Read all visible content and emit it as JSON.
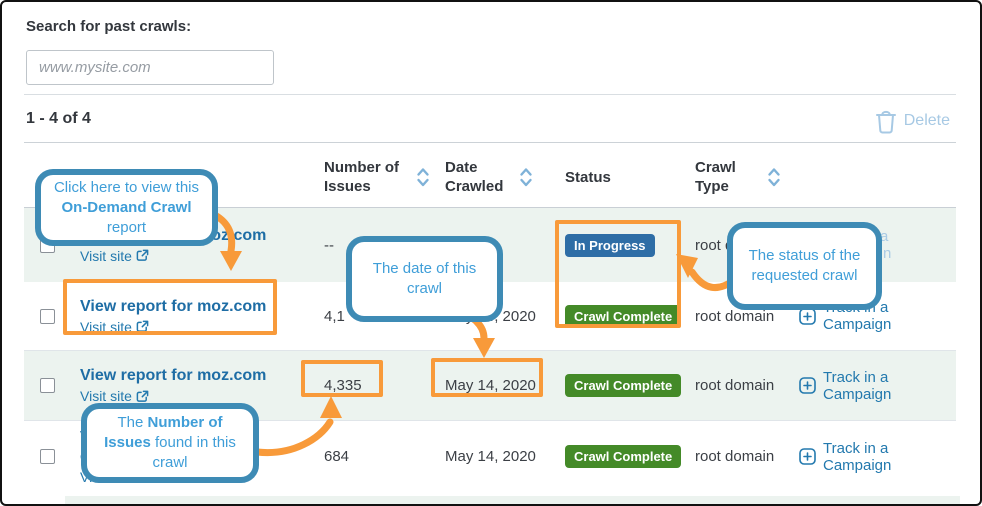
{
  "colors": {
    "accent_orange": "#f89a3a",
    "callout_border_blue": "#3e8bb5",
    "callout_text_blue": "#3f9ed8",
    "badge_in_progress_blue": "#2e6da6",
    "badge_complete_green": "#448a28",
    "link_blue": "#1e6da5",
    "disabled_link_blue": "#abcbe5",
    "row_highlight_green": "#ecf3ef"
  },
  "search": {
    "label": "Search for past crawls:",
    "placeholder": "www.mysite.com"
  },
  "toolbar": {
    "count": "1 - 4 of 4",
    "delete_label": "Delete"
  },
  "table": {
    "headers": {
      "issues": "Number of Issues",
      "date": "Date Crawled",
      "status": "Status",
      "type": "Crawl Type"
    },
    "rows": [
      {
        "view_report": "View report for moz.com",
        "visit": "Visit site",
        "issues": "--",
        "date": "",
        "status": "In Progress",
        "status_variant": "progress",
        "type": "root domain",
        "campaign": "Track in a Campaign",
        "campaign_enabled": false
      },
      {
        "view_report": "View report for moz.com",
        "visit": "Visit site",
        "issues": "4,1",
        "date": "May 14, 2020",
        "status": "Crawl Complete",
        "status_variant": "complete",
        "type": "root domain",
        "campaign": "Track in a Campaign",
        "campaign_enabled": true
      },
      {
        "view_report": "View report for moz.com",
        "visit": "Visit site",
        "issues": "4,335",
        "date": "May 14, 2020",
        "status": "Crawl Complete",
        "status_variant": "complete",
        "type": "root domain",
        "campaign": "Track in a Campaign",
        "campaign_enabled": true
      },
      {
        "view_report": "View report for",
        "view_report_line2": "e…",
        "visit": "Visit site",
        "issues": "684",
        "date": "May 14, 2020",
        "status": "Crawl Complete",
        "status_variant": "complete",
        "type": "root domain",
        "campaign": "Track in a Campaign",
        "campaign_enabled": true
      }
    ]
  },
  "callouts": {
    "view_report": {
      "segments": [
        {
          "t": "Click here to view this ",
          "b": false
        },
        {
          "t": "On-Demand Crawl",
          "b": true
        },
        {
          "t": " report",
          "b": false
        }
      ]
    },
    "date": {
      "text": "The date of this crawl"
    },
    "status": {
      "text": "The status of the requested crawl"
    },
    "issues": {
      "segments": [
        {
          "t": "The ",
          "b": false
        },
        {
          "t": "Number of Issues",
          "b": true
        },
        {
          "t": " found in this crawl",
          "b": false
        }
      ]
    }
  },
  "icons": {
    "delete": "trash-icon",
    "sort": "sort-chevrons-icon",
    "external_link": "external-link-icon",
    "add_campaign": "plus-square-icon"
  }
}
